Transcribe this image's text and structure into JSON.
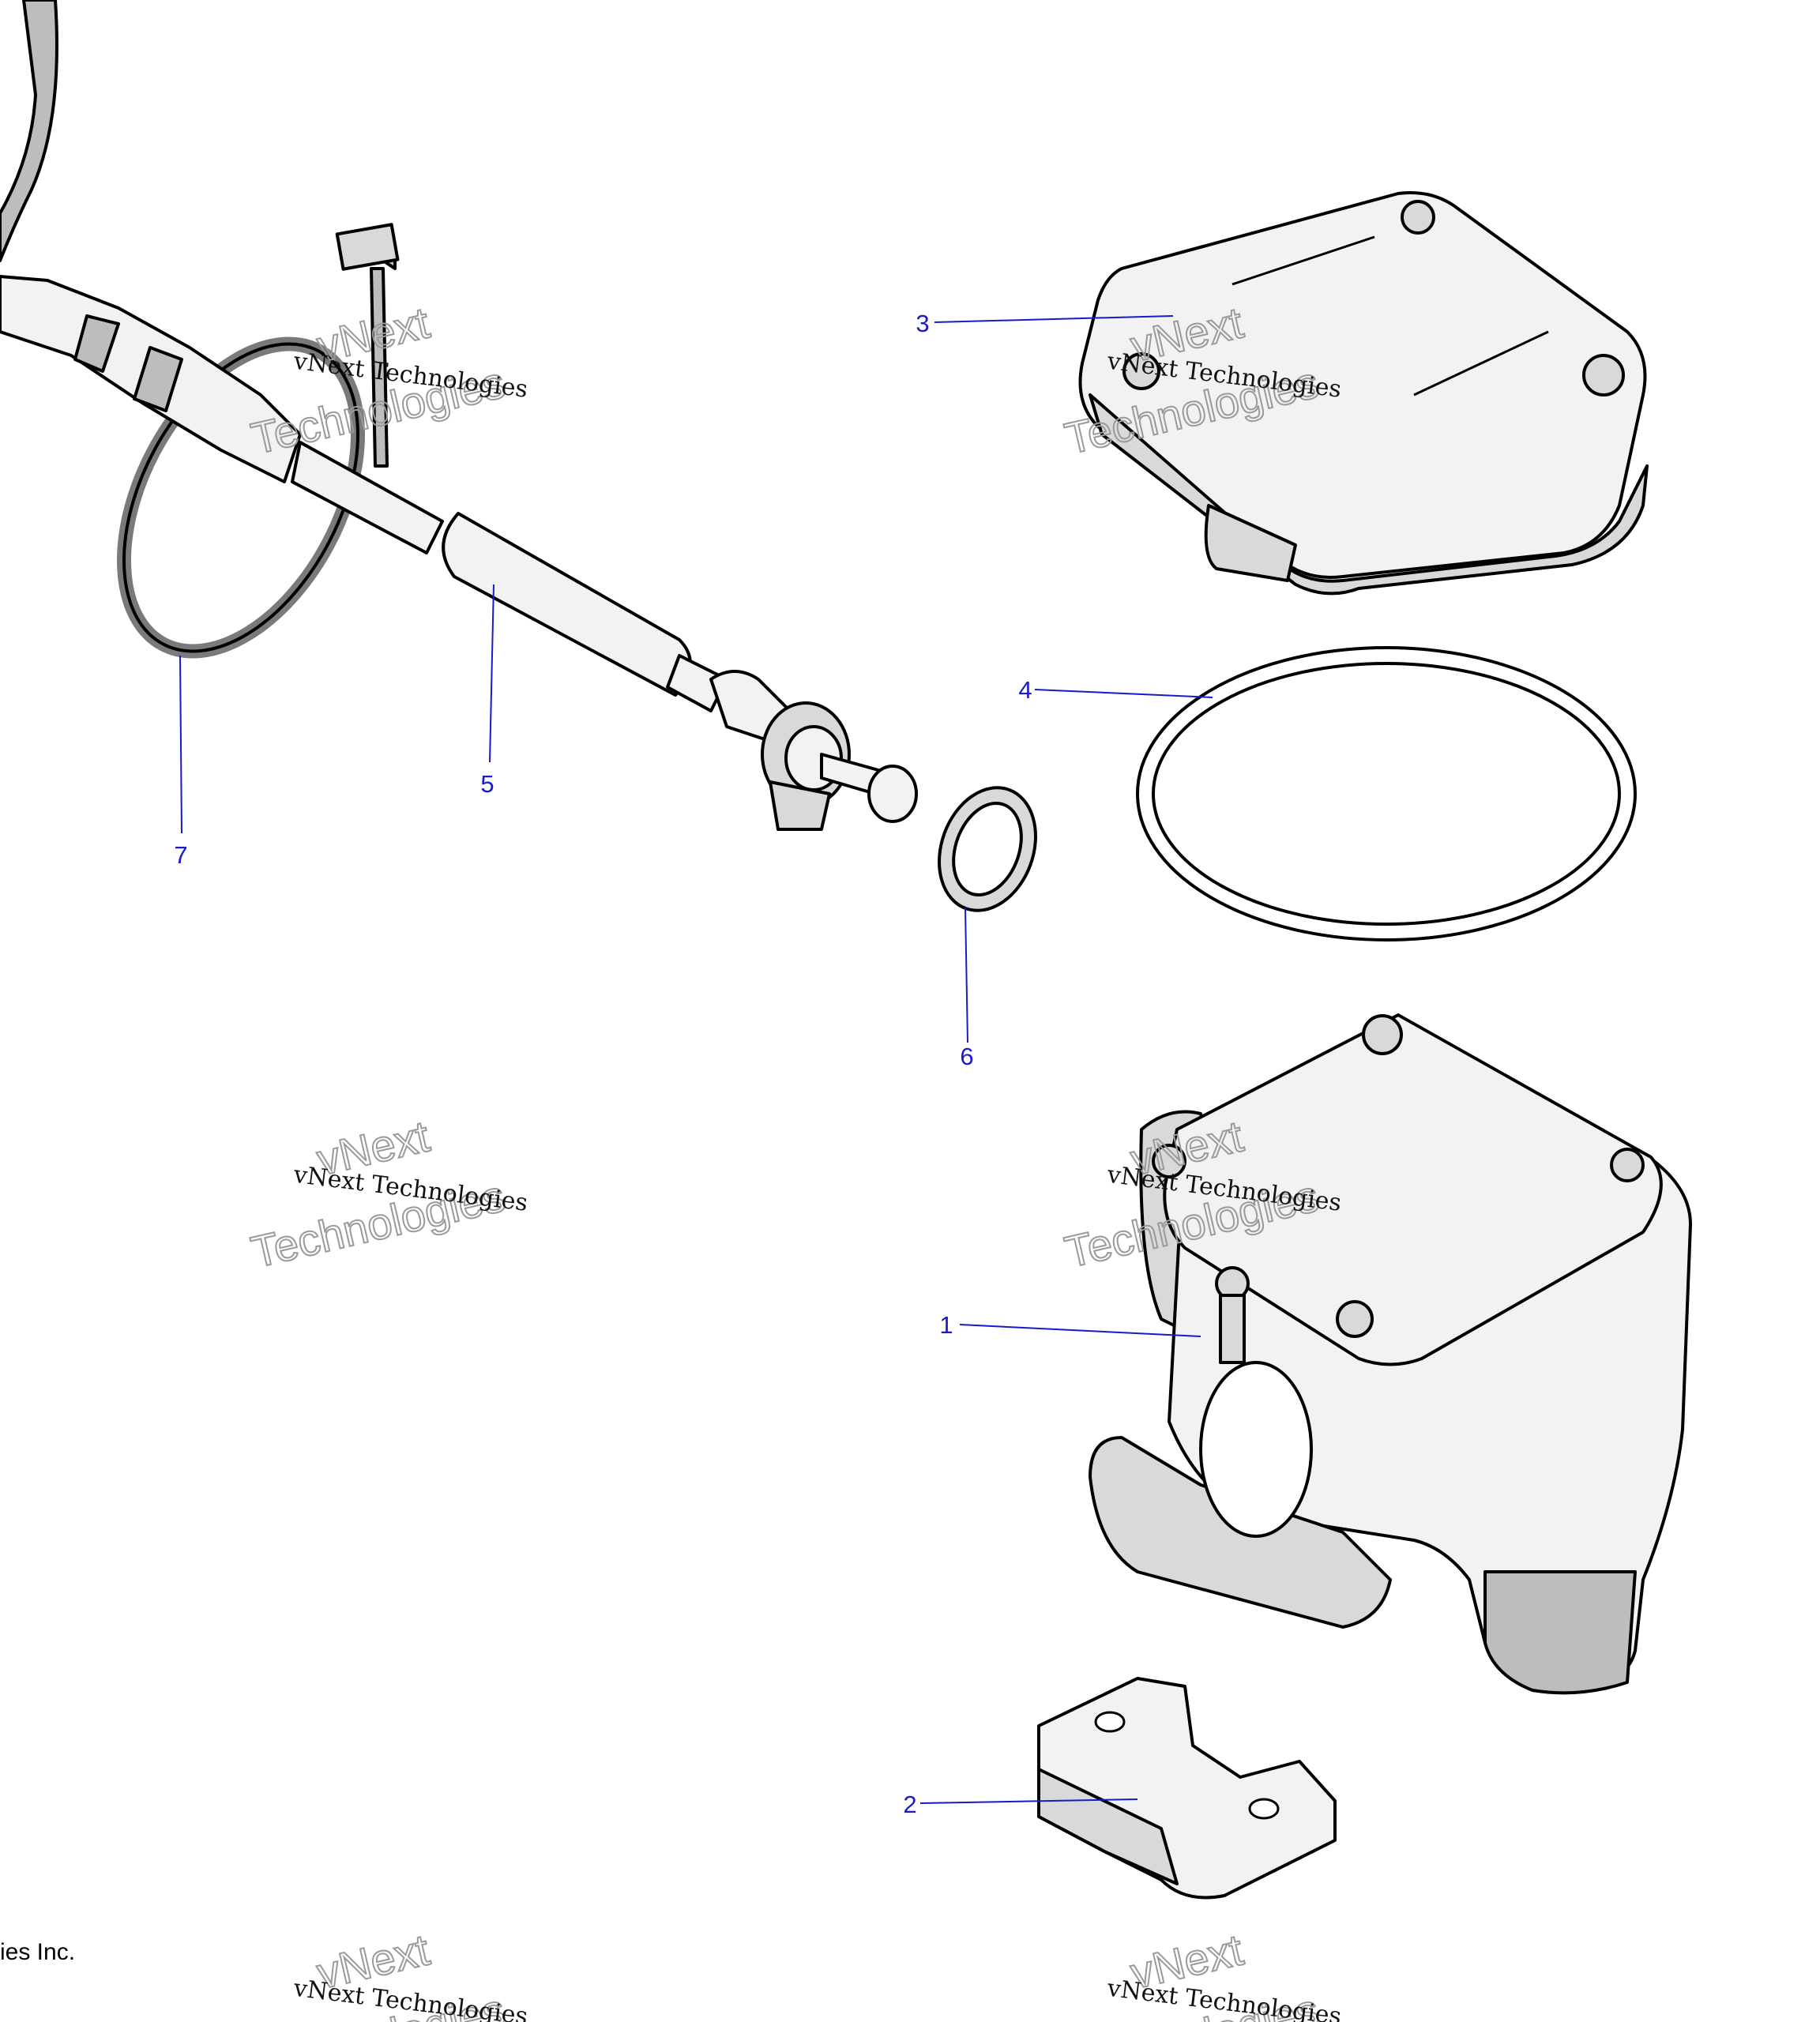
{
  "callouts": [
    {
      "id": "1",
      "label": "1"
    },
    {
      "id": "2",
      "label": "2"
    },
    {
      "id": "3",
      "label": "3"
    },
    {
      "id": "4",
      "label": "4"
    },
    {
      "id": "5",
      "label": "5"
    },
    {
      "id": "6",
      "label": "6"
    },
    {
      "id": "7",
      "label": "7"
    }
  ],
  "watermark": {
    "line1": "vNext Technologies",
    "line2_top": "vNext",
    "line2_bottom": "Technologies"
  },
  "copyright_fragment": "ies Inc.",
  "colors": {
    "callout": "#1a1acc",
    "outline": "#000000",
    "watermark_outline": "#9a9a9a"
  }
}
